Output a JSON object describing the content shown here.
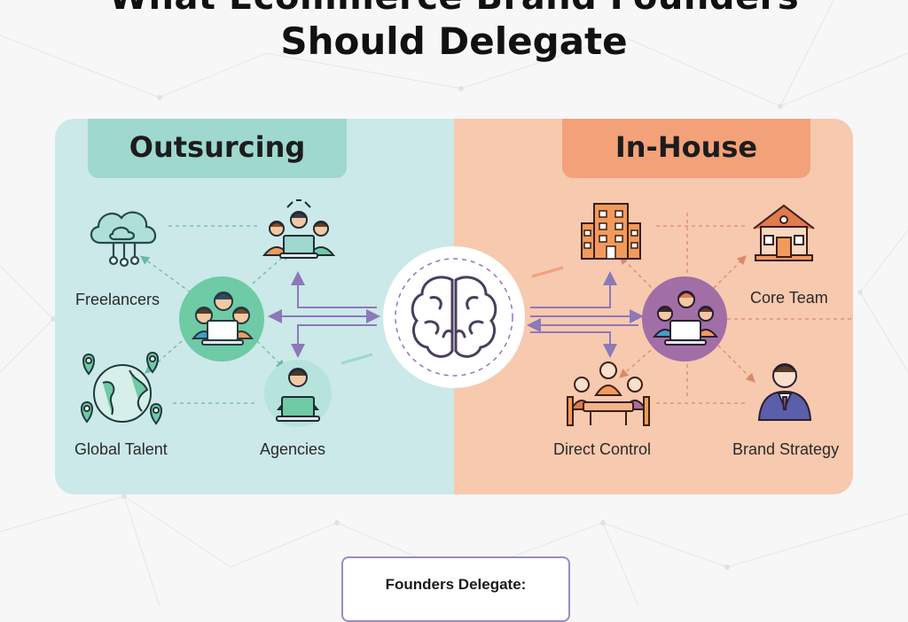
{
  "title": {
    "line1": "What Ecommerce Brand Founders",
    "line2": "Should Delegate"
  },
  "panels": {
    "left": {
      "header": "Outsurcing"
    },
    "right": {
      "header": "In-House"
    }
  },
  "nodes": {
    "freelancers": "Freelancers",
    "global_talent": "Global Talent",
    "agencies": "Agencies",
    "core_team": "Core Team",
    "direct_control": "Direct Control",
    "brand_strategy": "Brand Strategy"
  },
  "icons": [
    "cloud-network-icon",
    "team-laptop-icon",
    "group-laptop-icon",
    "globe-pins-icon",
    "person-laptop-icon",
    "brain-icon",
    "office-building-icon",
    "house-icon",
    "team-hub-icon",
    "meeting-table-icon",
    "businessman-icon"
  ],
  "footer": {
    "label": "Founders Delegate:"
  },
  "colors": {
    "outsourcing_bg": "#cbe9e8",
    "outsourcing_header": "#9ed8cf",
    "inhouse_bg": "#f7c9af",
    "inhouse_header": "#f3a179",
    "hub_outsourcing": "#6fcaa6",
    "hub_inhouse": "#a26ea6",
    "connector": "#8d78b8"
  }
}
